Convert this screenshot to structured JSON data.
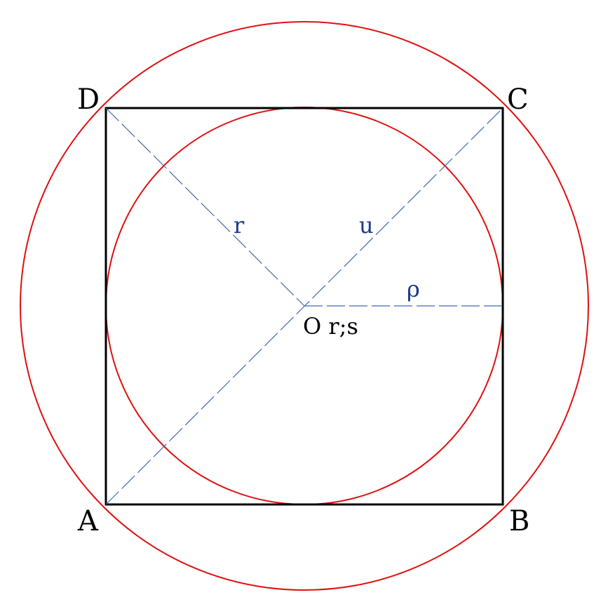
{
  "colors": {
    "square": "#000000",
    "circles": "#e01010",
    "dashed_lines": "#4466bb",
    "segment_labels": "#1a3a8a",
    "text": "#000000"
  },
  "vertices": {
    "A": "A",
    "B": "B",
    "C": "C",
    "D": "D"
  },
  "center_label": "O r;s",
  "segment_labels": {
    "half_diagonal_DO": "r",
    "half_diagonal_OC": "u",
    "inradius": "ρ"
  }
}
